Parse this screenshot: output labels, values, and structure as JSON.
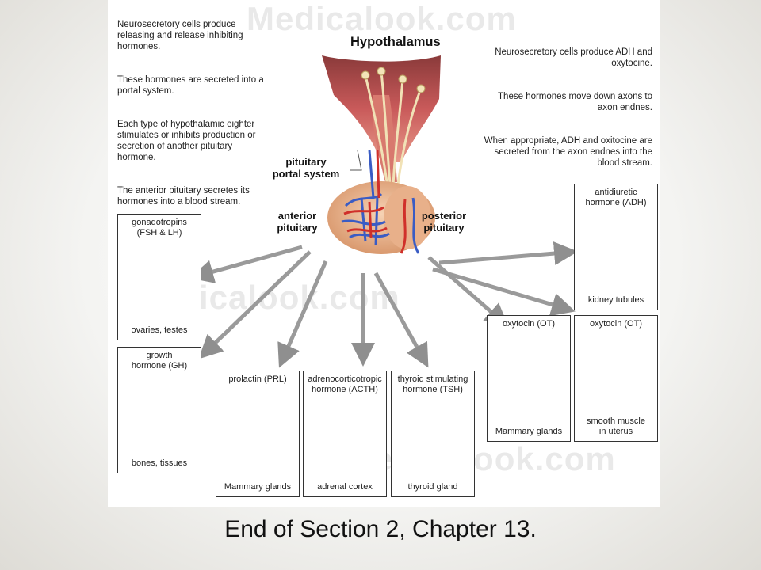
{
  "diagram": {
    "title": "Hypothalamus",
    "watermark": "Medicalook.com",
    "left_text": [
      "Neurosecretory cells produce releasing and release inhibiting hormones.",
      "These hormones are secreted into a portal system.",
      "Each type of hypothalamic eighter stimulates or inhibits production or secretion of another pituitary hormone.",
      "The anterior pituitary secretes its hormones into a blood stream."
    ],
    "right_text": [
      "Neurosecretory cells produce ADH and oxytocine.",
      "These hormones move down axons to axon endnes.",
      "When appropriate, ADH and oxitocine are secreted from the axon endnes into the blood stream."
    ],
    "labels": {
      "portal": "pituitary\nportal system",
      "anterior": "anterior\npituitary",
      "posterior": "posterior\npituitary"
    },
    "boxes": {
      "gonadotropins": {
        "hormone": "gonadotropins\n(FSH & LH)",
        "target": "ovaries, testes"
      },
      "growth": {
        "hormone": "growth\nhormone (GH)",
        "target": "bones, tissues"
      },
      "prolactin": {
        "hormone": "prolactin (PRL)",
        "target": "Mammary glands"
      },
      "acth": {
        "hormone": "adrenocorticotropic\nhormone (ACTH)",
        "target": "adrenal cortex"
      },
      "tsh": {
        "hormone": "thyroid stimulating\nhormone (TSH)",
        "target": "thyroid gland"
      },
      "oxytocin_mammary": {
        "hormone": "oxytocin (OT)",
        "target": "Mammary glands"
      },
      "oxytocin_uterus": {
        "hormone": "oxytocin (OT)",
        "target": "smooth muscle\nin uterus"
      },
      "adh": {
        "hormone": "antidiuretic\nhormone (ADH)",
        "target": "kidney tubules"
      }
    }
  },
  "footer": {
    "text": "End of Section 2, Chapter 13."
  }
}
